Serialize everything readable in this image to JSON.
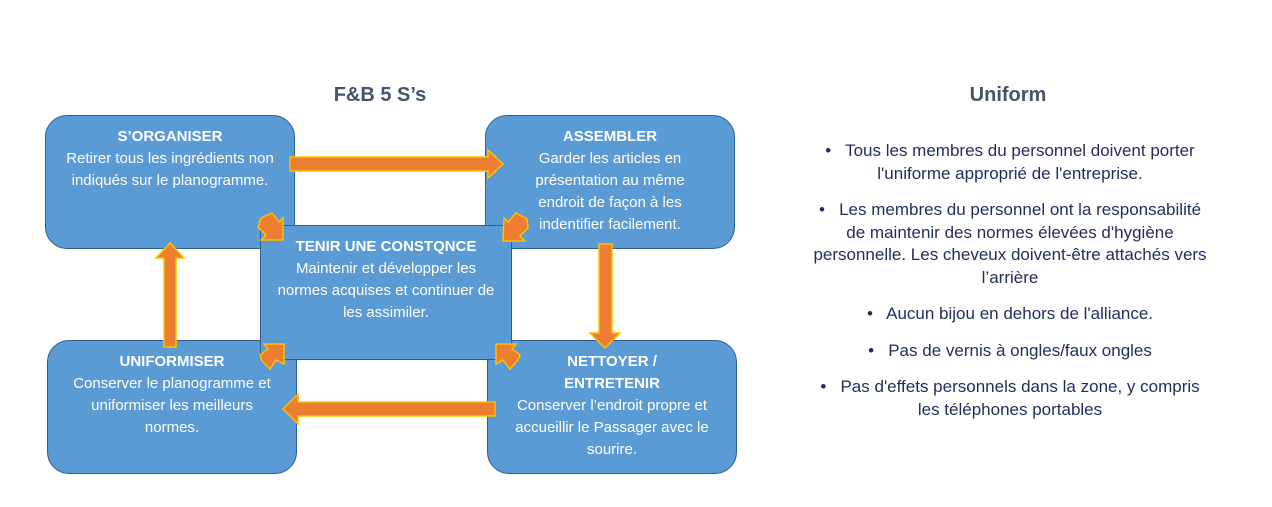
{
  "diagram": {
    "title": "F&B 5 S’s",
    "boxes": {
      "organiser": {
        "heading": "S’ORGANISER",
        "text": "Retirer tous les ingrédients non indiqués sur le planogramme."
      },
      "assembler": {
        "heading": "ASSEMBLER",
        "text": "Garder les articles en présentation au même endroit de façon à les indentifier facilement."
      },
      "center": {
        "heading": "TENIR UNE CONSTQNCE",
        "text": "Maintenir et développer les normes acquises et continuer de les assimiler."
      },
      "uniformiser": {
        "heading": "UNIFORMISER",
        "text": "Conserver le planogramme et uniformiser les meilleurs normes."
      },
      "nettoyer": {
        "heading": "NETTOYER / ENTRETENIR",
        "text": "Conserver l’endroit propre et accueillir le Passager avec le sourire."
      }
    },
    "colors": {
      "box": "#5b9bd5",
      "arrow": "#ed7d31",
      "arrow_outline": "#ffc000"
    }
  },
  "uniform": {
    "title": "Uniform",
    "bullets": [
      "Tous les membres du personnel doivent porter l'uniforme approprié de l'entreprise.",
      "Les membres du personnel ont la responsabilité de maintenir des normes élevées d'hygiène personnelle. Les cheveux doivent-être attachés vers l’arrière",
      "Aucun bijou en dehors de l'alliance.",
      "Pas de vernis à ongles/faux ongles",
      "Pas d'effets personnels dans la zone, y compris les téléphones portables"
    ]
  }
}
